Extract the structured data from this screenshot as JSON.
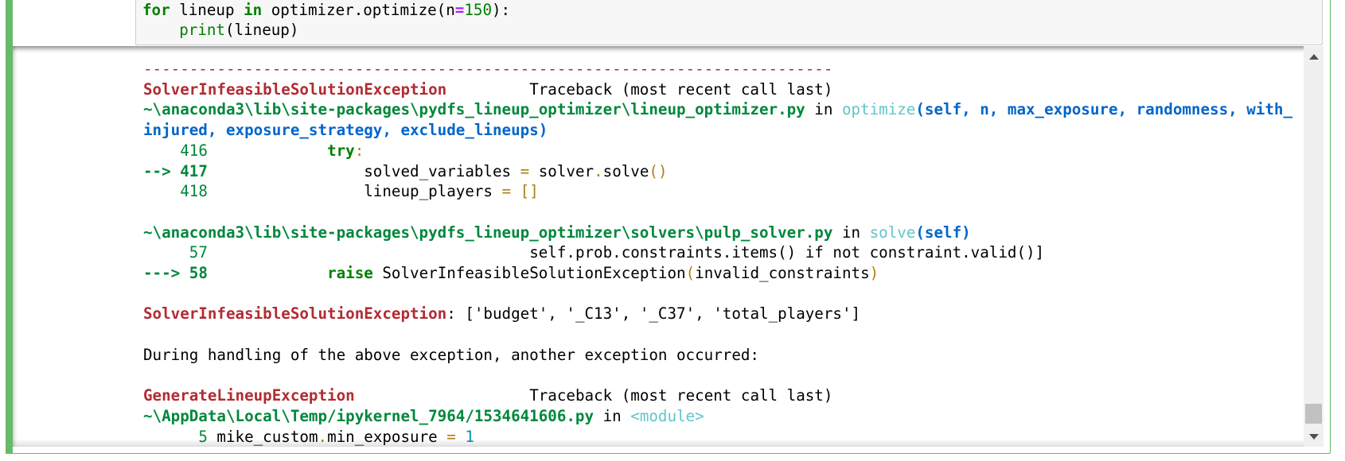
{
  "input_cell": {
    "lines": [
      {
        "kw_for": "for",
        "var": " lineup ",
        "kw_in": "in",
        "call": " optimizer.optimize(n",
        "eq": "=",
        "num": "150",
        "end": "):"
      },
      {
        "indent": "    ",
        "builtin": "print",
        "rest": "(lineup)"
      }
    ]
  },
  "output": {
    "dash_line": "---------------------------------------------------------------------------",
    "exc1": {
      "name": "SolverInfeasibleSolutionException",
      "pad": "         ",
      "traceback_label": "Traceback (most recent call last)"
    },
    "frame1": {
      "path": "~\\anaconda3\\lib\\site-packages\\pydfs_lineup_optimizer\\lineup_optimizer.py",
      "in": " in ",
      "func": "optimize",
      "args_line1": "(self, n, max_exposure, randomness, with_",
      "args_line2": "injured, exposure_strategy, exclude_lineups)",
      "lines": [
        {
          "marker": "    ",
          "num": "416",
          "code_pre": "             ",
          "kw": "try",
          "punct": ":"
        },
        {
          "marker": "--> ",
          "num": "417",
          "code": "                 solved_variables ",
          "eq": "=",
          "code2": " solver",
          "dot": ".",
          "code3": "solve",
          "paren": "()"
        },
        {
          "marker": "    ",
          "num": "418",
          "code": "                 lineup_players ",
          "eq": "=",
          "sp": " ",
          "brackets": "[]"
        }
      ]
    },
    "frame2": {
      "path": "~\\anaconda3\\lib\\site-packages\\pydfs_lineup_optimizer\\solvers\\pulp_solver.py",
      "in": " in ",
      "func": "solve",
      "args": "(self)",
      "lines": [
        {
          "marker": "     ",
          "num": "57",
          "code": "                                   self.prob.constraints.items() if not constraint.valid()]"
        },
        {
          "marker": "---> ",
          "num": "58",
          "code_pre": "             ",
          "kw": "raise",
          "code": " SolverInfeasibleSolutionException",
          "paren_open": "(",
          "arg": "invalid_constraints",
          "paren_close": ")"
        }
      ]
    },
    "exc1_message": {
      "name": "SolverInfeasibleSolutionException",
      "colon": ":",
      "value": " ['budget', '_C13', '_C37', 'total_players']"
    },
    "during_handling": "During handling of the above exception, another exception occurred:",
    "exc2": {
      "name": "GenerateLineupException",
      "pad": "                   ",
      "traceback_label": "Traceback (most recent call last)"
    },
    "frame3": {
      "path": "~\\AppData\\Local\\Temp/ipykernel_7964/1534641606.py",
      "in": " in ",
      "func": "<module>",
      "lines": [
        {
          "marker": "      ",
          "num": "5",
          "code": " mike_custom",
          "dot": ".",
          "code2": "min_exposure ",
          "eq": "=",
          "sp": " ",
          "val": "1"
        }
      ]
    }
  },
  "scrollbar": {
    "up_icon": "triangle-up",
    "down_icon": "triangle-down"
  },
  "colors": {
    "cell_border": "#66bb6a",
    "exception_red": "#b22b31",
    "path_green": "#00873c",
    "func_cyan": "#60c6c8",
    "args_blue": "#0065ca",
    "operator_orange": "#b27d12"
  }
}
